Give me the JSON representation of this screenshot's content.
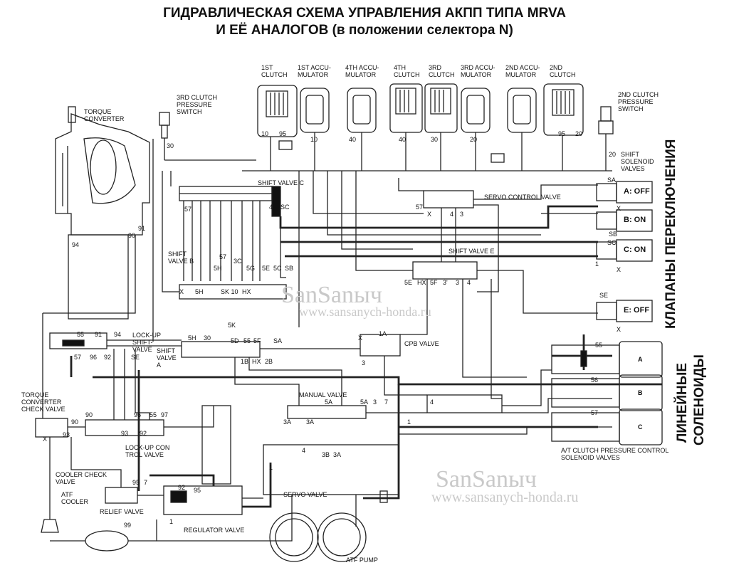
{
  "title": {
    "line1": "ГИДРАВЛИЧЕСКАЯ СХЕМА УПРАВЛЕНИЯ АКПП ТИПА MRVA",
    "line2": "И ЕЁ АНАЛОГОВ (в положении селектора N)"
  },
  "side_labels": {
    "shift_valves_ru": "КЛАПАНЫ ПЕРЕКЛЮЧЕНИЯ",
    "linear_solenoids_ru_1": "ЛИНЕЙНЫЕ",
    "linear_solenoids_ru_2": "СОЛЕНОИДЫ"
  },
  "top_components": {
    "clutch_1st": "1ST\nCLUTCH",
    "accumulator_1st": "1ST ACCU-\nMULATOR",
    "accumulator_4th": "4TH ACCU-\nMULATOR",
    "clutch_4th": "4TH\nCLUTCH",
    "clutch_3rd": "3RD\nCLUTCH",
    "accumulator_3rd": "3RD ACCU-\nMULATOR",
    "accumulator_2nd": "2ND ACCU-\nMULATOR",
    "clutch_2nd": "2ND\nCLUTCH"
  },
  "components": {
    "third_clutch_switch": "3RD CLUTCH\nPRESSURE\nSWITCH",
    "second_clutch_switch": "2ND CLUTCH\nPRESSURE\nSWITCH",
    "torque_converter": "TORQUE\nCONVERTER",
    "shift_solenoid_valves": "SHIFT\nSOLENOID\nVALVES",
    "shift_valve_c": "SHIFT VALVE C",
    "servo_control_valve": "SERVO CONTROL VALVE",
    "shift_valve_b": "SHIFT\nVALVE B",
    "shift_valve_e": "SHIFT VALVE E",
    "lockup_shift_valve": "LOCK-UP\nSHIFT-\nVALVE",
    "shift_valve_a": "SHIFT\nVALVE\nA",
    "cpb_valve": "CPB VALVE",
    "tc_check_valve": "TORQUE\nCONVERTER\nCHECK VALVE",
    "manual_valve": "MANUAL VALVE",
    "lockup_control_valve": "LOCK-UP CON\nTROL VALVE",
    "cooler_check_valve": "COOLER CHECK\nVALVE",
    "atf_cooler": "ATF\nCOOLER",
    "relief_valve": "RELIEF VALVE",
    "servo_valve": "SERVO VALVE",
    "regulator_valve": "REGULATOR VALVE",
    "atf_pump": "ATF PUMP",
    "at_clutch_solenoids": "A/T CLUTCH PRESSURE CONTROL\nSOLENOID VALVES"
  },
  "solenoid_states": {
    "a": "A: OFF",
    "b": "B: ON",
    "c": "C: ON",
    "e": "E: OFF"
  },
  "linear_solenoid_letters": [
    "A",
    "B",
    "C"
  ],
  "port_labels": {
    "p1": "10",
    "p2": "95",
    "p3": "10",
    "p4": "40",
    "p5": "40",
    "p6": "30",
    "p7": "20",
    "p8": "95",
    "p9": "20",
    "p10": "30",
    "p11": "20",
    "p12": "91",
    "p13": "90",
    "p14": "94",
    "p15": "4",
    "p16": "SC",
    "p17": "57",
    "p18": "5H",
    "p19": "3C",
    "p20": "5G",
    "p21": "5E",
    "p22": "5C",
    "p23": "SB",
    "p24": "SK 10",
    "p25": "HX",
    "p26": "5H",
    "p27": "57",
    "p28": "X",
    "p29": "5K",
    "p30": "55",
    "p31": "91",
    "p32": "94",
    "p33": "57",
    "p34": "96",
    "p35": "92",
    "p36": "SE",
    "p37": "5H",
    "p38": "30",
    "p39": "5D",
    "p40": "55",
    "p41": "5F",
    "p42": "SA",
    "p43": "1B",
    "p44": "HX",
    "p45": "2B",
    "p46": "1A",
    "p47": "5A",
    "p48": "X",
    "p49": "3",
    "p50": "5A",
    "p51": "3",
    "p52": "7",
    "p53": "4",
    "p54": "1",
    "p55": "3A",
    "p56": "3A",
    "p57": "90",
    "p58": "96",
    "p59": "55",
    "p60": "97",
    "p61": "92",
    "p62": "93",
    "p63": "90",
    "p64": "93",
    "p65": "X",
    "p66": "95",
    "p67": "7",
    "p68": "92",
    "p69": "95",
    "p70": "1",
    "p71": "99",
    "p72": "3B",
    "p73": "3A",
    "p74": "4",
    "p75": "1",
    "p76": "55",
    "p77": "56",
    "p78": "57",
    "p79": "SA",
    "p80": "SB",
    "p81": "SC",
    "p82": "SE",
    "p83": "X",
    "p84": "X",
    "p85": "X",
    "p86": "1",
    "p87": "3'",
    "p88": "3",
    "p89": "4",
    "p90": "57",
    "p91": "4",
    "p92": "3",
    "p93": "X",
    "p94": "5E",
    "p95": "HX",
    "p96": "5F"
  },
  "watermark": {
    "text1": "SanSanыч",
    "text2": "www.sansanych-honda.ru"
  }
}
